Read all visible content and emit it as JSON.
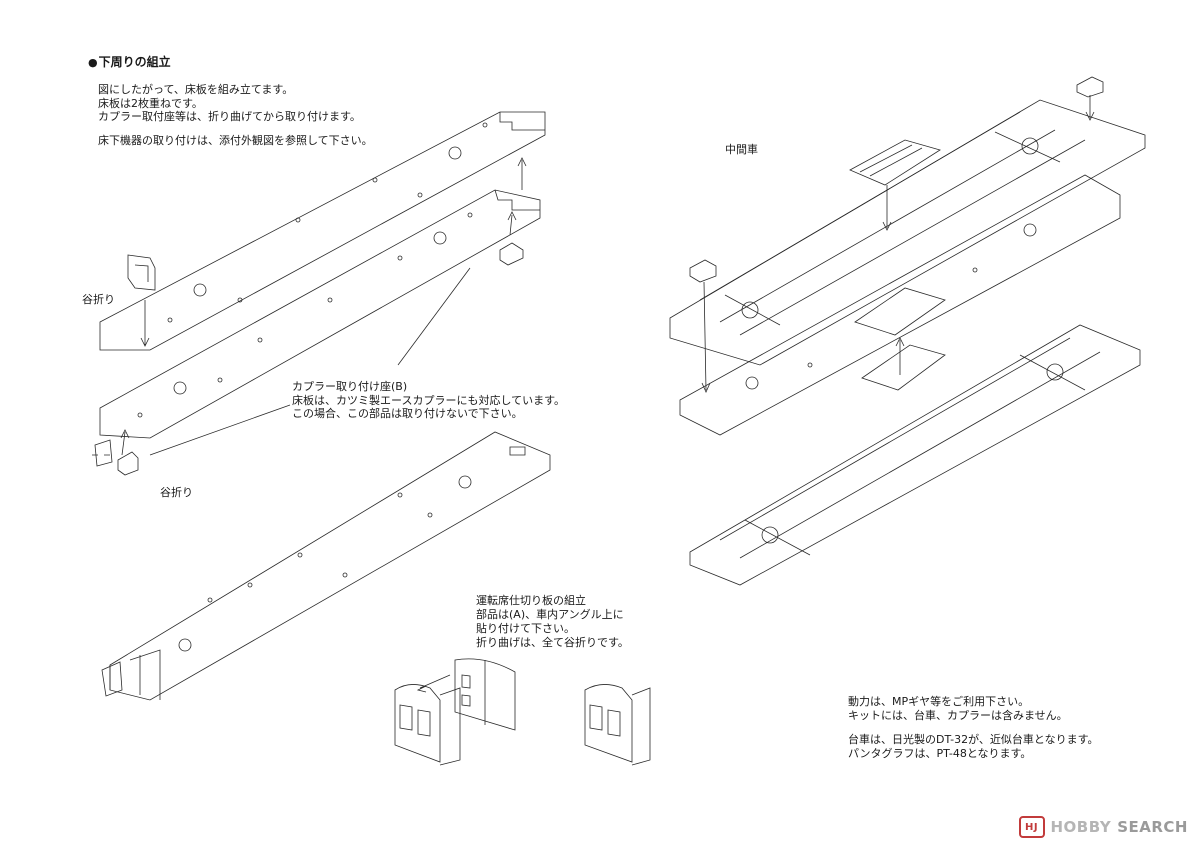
{
  "heading": "下周りの組立",
  "intro": [
    "図にしたがって、床板を組み立てます。",
    "床板は2枚重ねです。",
    "カプラー取付座等は、折り曲げてから取り付けます。",
    "",
    "床下機器の取り付けは、添付外観図を参照して下さい。"
  ],
  "labels": {
    "valley_fold_top": "谷折り",
    "valley_fold_bottom": "谷折り",
    "middle_car": "中間車"
  },
  "coupler_note": [
    "カプラー取り付け座(B)",
    "床板は、カツミ製エースカプラーにも対応しています。",
    "この場合、この部品は取り付けないで下さい。"
  ],
  "partition_note": [
    "運転席仕切り板の組立",
    "部品は(A)、車内アングル上に",
    "貼り付けて下さい。",
    "折り曲げは、全て谷折りです。"
  ],
  "power_note": [
    "動力は、MPギヤ等をご利用下さい。",
    "キットには、台車、カプラーは含みません。",
    "",
    "台車は、日光製のDT-32が、近似台車となります。",
    "パンタグラフは、PT-48となります。"
  ],
  "watermark": {
    "logo": "HJ",
    "brand": "HOBBY",
    "text": "SEARCH"
  },
  "colors": {
    "line": "#2a2a2a",
    "watermark_red": "#c23b3b"
  }
}
